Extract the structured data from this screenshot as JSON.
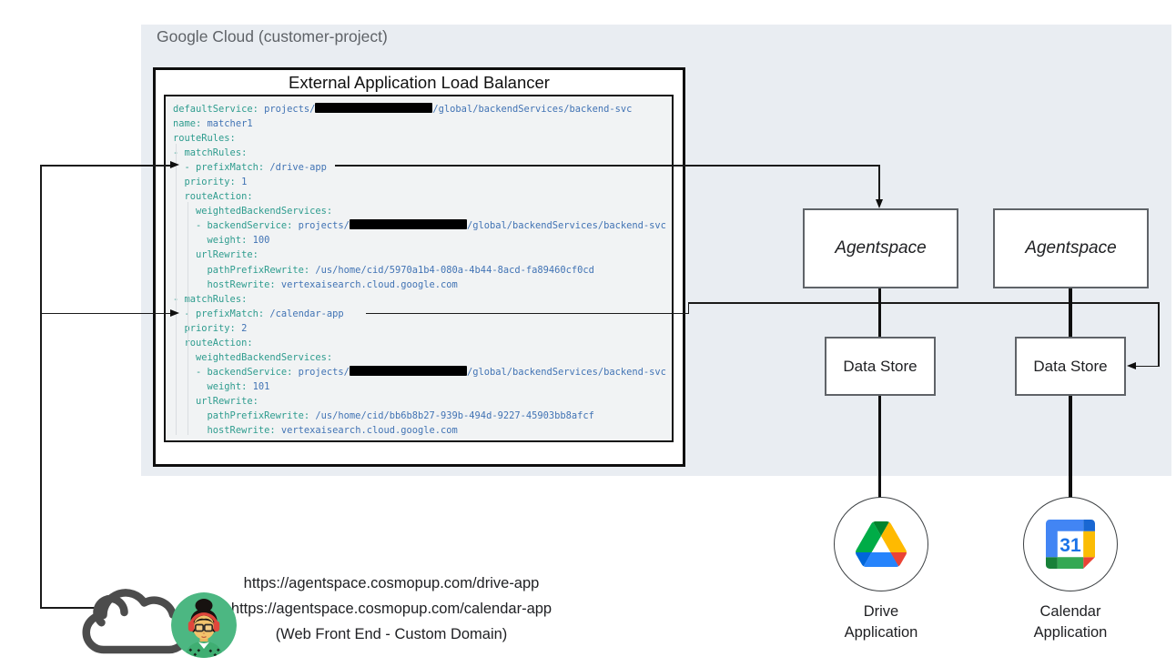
{
  "google_cloud_panel": {
    "label": "Google Cloud (customer-project)"
  },
  "load_balancer": {
    "title": "External Application Load Balancer",
    "url_map": {
      "lines": [
        [
          [
            "k",
            "defaultService:"
          ],
          [
            "v",
            " projects/"
          ],
          [
            "r"
          ],
          [
            "v",
            "/global/backendServices/backend-svc"
          ]
        ],
        [
          [
            "k",
            "name:"
          ],
          [
            "v",
            " matcher1"
          ]
        ],
        [
          [
            "k",
            "routeRules:"
          ]
        ],
        [
          [
            "k",
            "- matchRules:"
          ]
        ],
        [
          [
            "k",
            "  - prefixMatch:"
          ],
          [
            "v",
            " /drive-app"
          ]
        ],
        [
          [
            "k",
            "  priority:"
          ],
          [
            "v",
            " 1"
          ]
        ],
        [
          [
            "k",
            "  routeAction:"
          ]
        ],
        [
          [
            "k",
            "    weightedBackendServices:"
          ]
        ],
        [
          [
            "k",
            "    - backendService:"
          ],
          [
            "v",
            " projects/"
          ],
          [
            "r"
          ],
          [
            "v",
            "/global/backendServices/backend-svc"
          ]
        ],
        [
          [
            "k",
            "      weight:"
          ],
          [
            "v",
            " 100"
          ]
        ],
        [
          [
            "k",
            "    urlRewrite:"
          ]
        ],
        [
          [
            "k",
            "      pathPrefixRewrite:"
          ],
          [
            "v",
            " /us/home/cid/5970a1b4-080a-4b44-8acd-fa89460cf0cd"
          ]
        ],
        [
          [
            "k",
            "      hostRewrite:"
          ],
          [
            "v",
            " vertexaisearch.cloud.google.com"
          ]
        ],
        [
          [
            "k",
            "- matchRules:"
          ]
        ],
        [
          [
            "k",
            "  - prefixMatch:"
          ],
          [
            "v",
            " /calendar-app"
          ]
        ],
        [
          [
            "k",
            "  priority:"
          ],
          [
            "v",
            " 2"
          ]
        ],
        [
          [
            "k",
            "  routeAction:"
          ]
        ],
        [
          [
            "k",
            "    weightedBackendServices:"
          ]
        ],
        [
          [
            "k",
            "    - backendService:"
          ],
          [
            "v",
            " projects/"
          ],
          [
            "r"
          ],
          [
            "v",
            "/global/backendServices/backend-svc"
          ]
        ],
        [
          [
            "k",
            "      weight:"
          ],
          [
            "v",
            " 101"
          ]
        ],
        [
          [
            "k",
            "    urlRewrite:"
          ]
        ],
        [
          [
            "k",
            "      pathPrefixRewrite:"
          ],
          [
            "v",
            " /us/home/cid/bb6b8b27-939b-494d-9227-45903bb8afcf"
          ]
        ],
        [
          [
            "k",
            "      hostRewrite:"
          ],
          [
            "v",
            " vertexaisearch.cloud.google.com"
          ]
        ]
      ]
    }
  },
  "agentspace_nodes": [
    {
      "label": "Agentspace"
    },
    {
      "label": "Agentspace"
    }
  ],
  "data_store_nodes": [
    {
      "label": "Data Store"
    },
    {
      "label": "Data Store"
    }
  ],
  "applications": [
    {
      "icon": "google-drive-icon",
      "label_line1": "Drive",
      "label_line2": "Application"
    },
    {
      "icon": "google-calendar-icon",
      "calendar_day": "31",
      "label_line1": "Calendar",
      "label_line2": "Application"
    }
  ],
  "web_front_end": {
    "urls": [
      "https://agentspace.cosmopup.com/drive-app",
      "https://agentspace.cosmopup.com/calendar-app"
    ],
    "caption": "(Web Front End - Custom Domain)",
    "icons": [
      "cloud-icon",
      "user-avatar"
    ]
  },
  "colors": {
    "panel_gray": "#e9edf2",
    "code_background": "#f1f3f4",
    "code_key": "#2e9c8e",
    "code_value": "#4173b4",
    "redaction": "#000000",
    "google_blue": "#4285f4",
    "google_green": "#34a853",
    "google_yellow": "#fbbc04",
    "google_red": "#ea4335",
    "avatar_green": "#4cb782"
  }
}
